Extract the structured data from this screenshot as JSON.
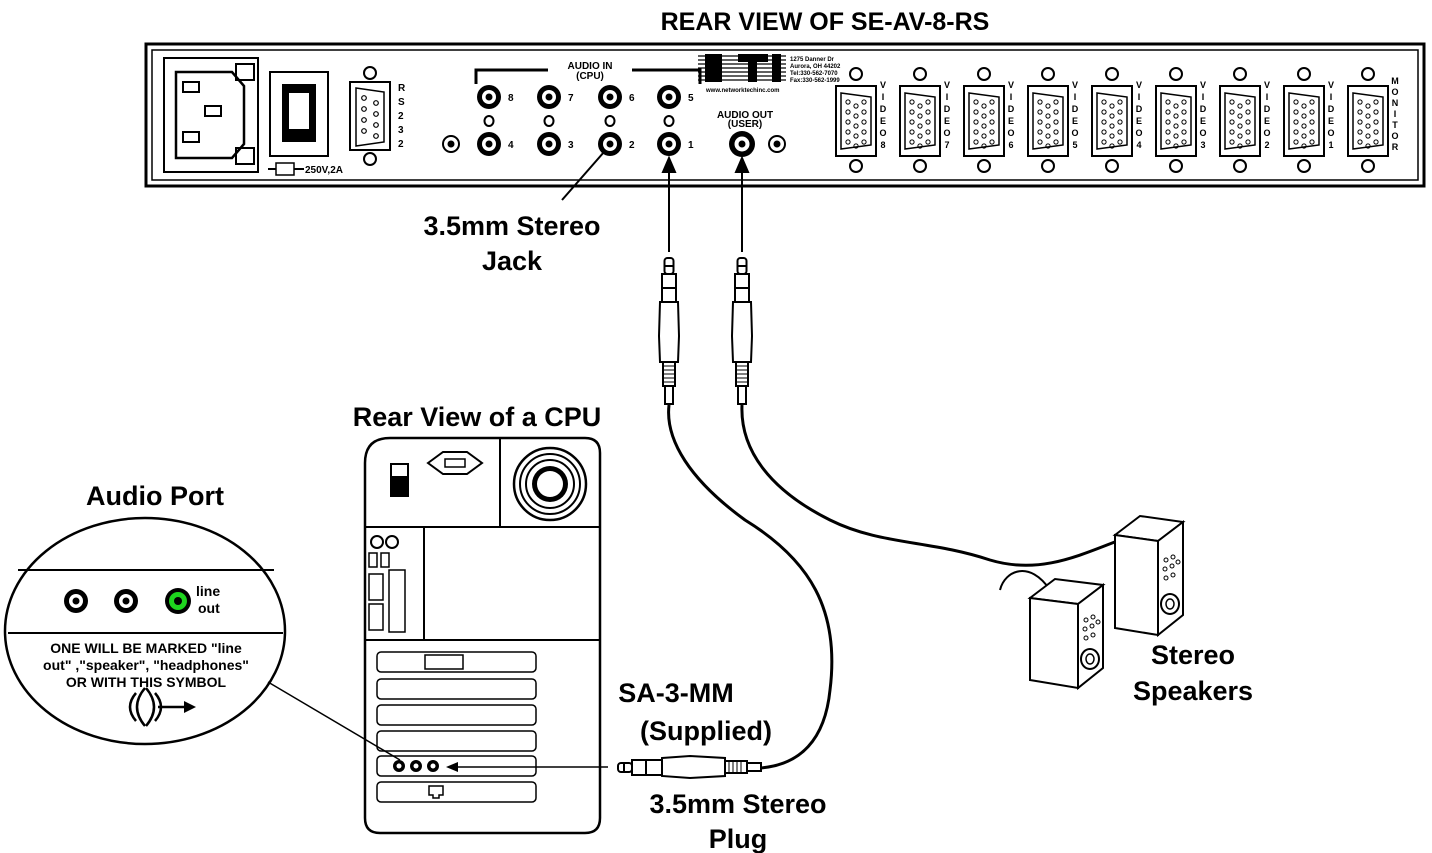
{
  "diagram": {
    "rear_title": "REAR VIEW OF SE-AV-8-RS",
    "cpu_title": "Rear View of a CPU",
    "port_title": "Audio Port",
    "audio_in_label": "AUDIO IN",
    "audio_in_sub": "(CPU)",
    "audio_out_label": "AUDIO OUT",
    "audio_out_sub": "(USER)",
    "fuse_label": "250V,2A",
    "rs232_chars": [
      "R",
      "S",
      "2",
      "3",
      "2"
    ],
    "jack_numbers_top": [
      "8",
      "7",
      "6",
      "5"
    ],
    "jack_numbers_bottom": [
      "4",
      "3",
      "2",
      "1"
    ],
    "video_labels": [
      "8",
      "7",
      "6",
      "5",
      "4",
      "3",
      "2",
      "1"
    ],
    "video_word": [
      "V",
      "I",
      "D",
      "E",
      "O"
    ],
    "monitor_chars": [
      "M",
      "O",
      "N",
      "I",
      "T",
      "O",
      "R"
    ],
    "address": [
      "1275 Danner Dr",
      "Aurora, OH 44202",
      "Tel:330-562-7070",
      "Fax:330-562-1999"
    ],
    "website": "www.networktechinc.com",
    "jack_label_line1": "3.5mm Stereo",
    "jack_label_line2": "Jack",
    "plug_label_line1": "3.5mm Stereo",
    "plug_label_line2": "Plug",
    "cable_line1": "SA-3-MM",
    "cable_line2": "(Supplied)",
    "speakers_line1": "Stereo",
    "speakers_line2": "Speakers",
    "line_out_1": "line",
    "line_out_2": "out",
    "note_lines": [
      "ONE WILL BE MARKED \"line",
      "out\" ,\"speaker\", \"headphones\"",
      "OR WITH THIS SYMBOL"
    ]
  }
}
